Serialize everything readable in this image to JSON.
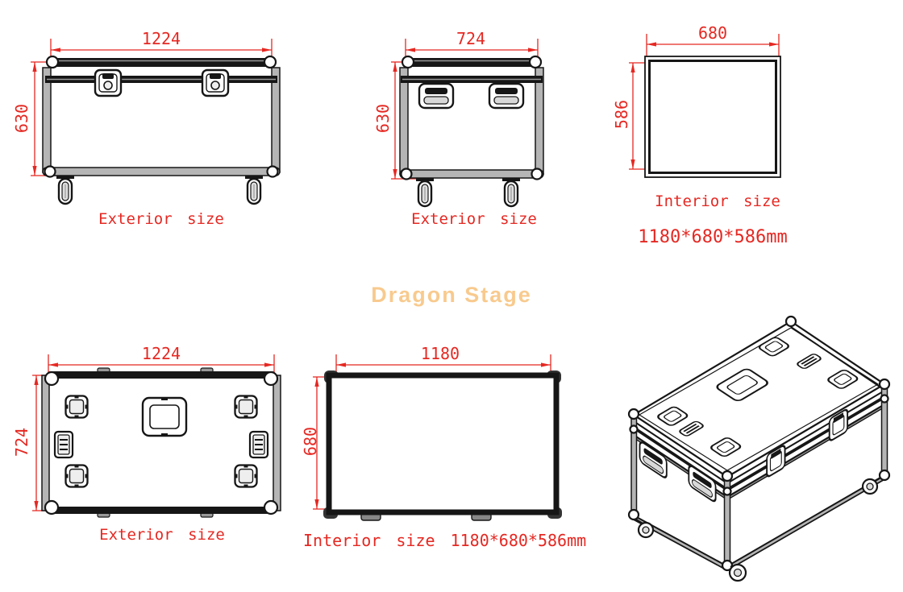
{
  "brand": {
    "name": "Dragon Stage"
  },
  "colors": {
    "dimension_red": "#e52822",
    "brand_orange": "#f8ca8e",
    "line_black": "#161616",
    "tube_gray": "#b5b5b5"
  },
  "views": {
    "front_exterior": {
      "label": "Exterior size",
      "width_mm": "1224",
      "height_mm": "630"
    },
    "side_exterior": {
      "label": "Exterior size",
      "width_mm": "724",
      "height_mm": "630"
    },
    "end_interior": {
      "title": "Interior size",
      "dimensions": "1180*680*586mm",
      "width_mm": "680",
      "height_mm": "586"
    },
    "top_exterior": {
      "label": "Exterior size",
      "width_mm": "1224",
      "height_mm": "724"
    },
    "top_interior": {
      "label": "Interior size 1180*680*586mm",
      "width_mm": "1180",
      "height_mm": "680"
    }
  }
}
